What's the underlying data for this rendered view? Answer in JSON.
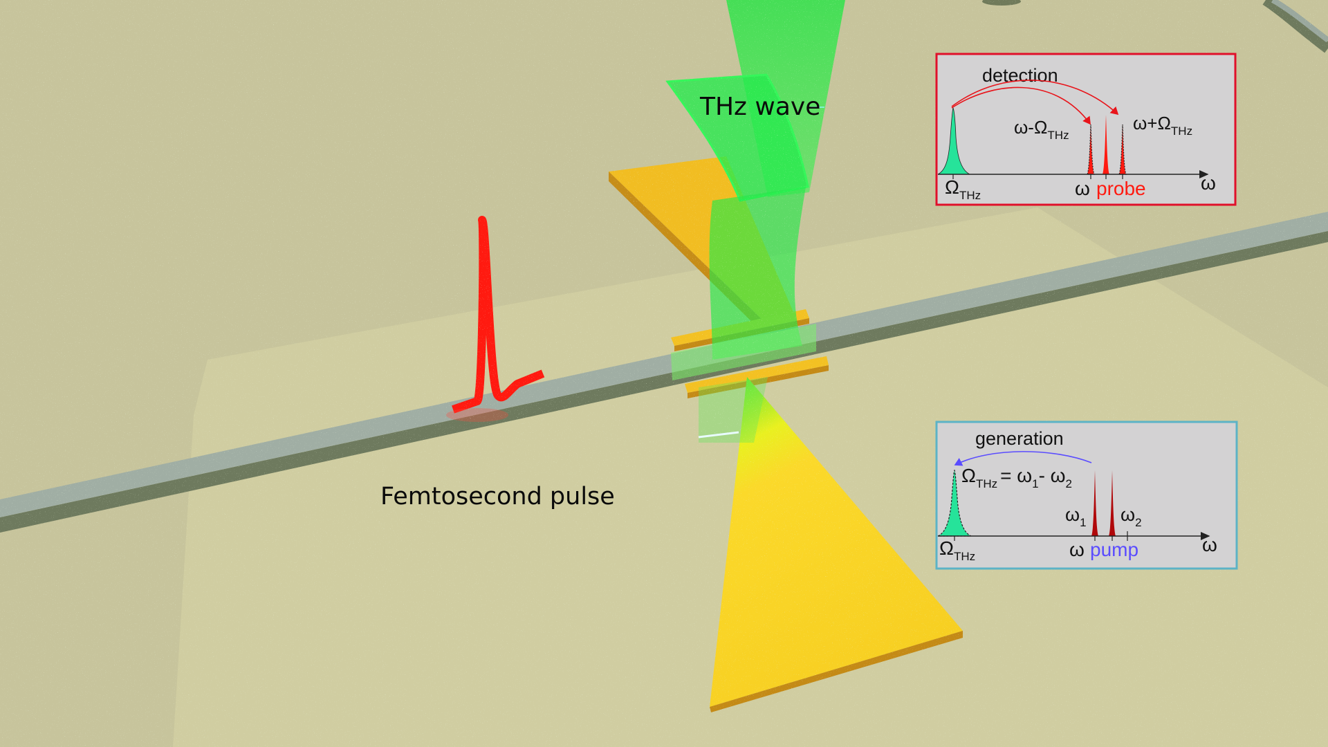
{
  "colors": {
    "background": "#c9c69e",
    "substrate_light": "#d2cea2",
    "waveguide_top": "#9fada3",
    "waveguide_side": "#6f7a5e",
    "antenna_gold": "#f4c322",
    "antenna_gold_dark": "#c9921a",
    "thz_green": "#22e84a",
    "pulse_red": "#ff1a10",
    "inset_bg": "#d3d2d3",
    "detection_border": "#e0102a",
    "generation_border": "#5cb3c6",
    "thz_fill": "#26e39a",
    "probe_red": "#ff1a10",
    "pump_red": "#b0080a",
    "pump_blue": "#5a4cff"
  },
  "scene": {
    "thz_wave_label": "THz wave",
    "femtosecond_label": "Femtosecond pulse"
  },
  "detection_inset": {
    "title": "detection",
    "lower_sideband": "ω-Ω",
    "upper_sideband": "ω+Ω",
    "subscript": "THz",
    "axis_label": "ω",
    "thz_tick": "Ω",
    "thz_tick_sub": "THz",
    "omega_tick": "ω",
    "probe_label": "probe"
  },
  "generation_inset": {
    "title": "generation",
    "equation_lhs": "Ω",
    "equation_lhs_sub": "THz",
    "equation_rhs_a": "= ω",
    "equation_rhs_a_sub": "1",
    "equation_rhs_b": "- ω",
    "equation_rhs_b_sub": "2",
    "omega1": "ω",
    "omega1_sub": "1",
    "omega2": "ω",
    "omega2_sub": "2",
    "axis_label": "ω",
    "thz_tick": "Ω",
    "thz_tick_sub": "THz",
    "omega_tick": "ω",
    "pump_label": "pump"
  }
}
